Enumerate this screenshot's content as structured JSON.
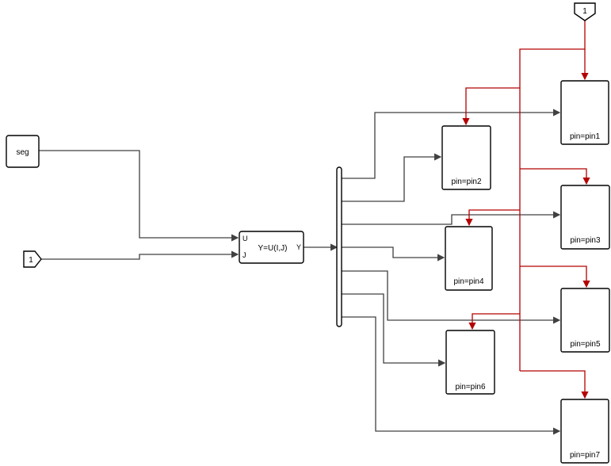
{
  "blocks": {
    "seg_source": "seg",
    "inport_label": "1",
    "event_inport_label": "1",
    "selector": {
      "expr": "Y=U(I,J)",
      "in_u": "U",
      "in_j": "J",
      "out_y": "Y"
    },
    "pin_blocks": [
      "pin=pin1",
      "pin=pin2",
      "pin=pin3",
      "pin=pin4",
      "pin=pin5",
      "pin=pin6",
      "pin=pin7"
    ]
  },
  "colors": {
    "data_wire": "#404040",
    "event_wire": "#b50000",
    "block_border": "#000000"
  }
}
